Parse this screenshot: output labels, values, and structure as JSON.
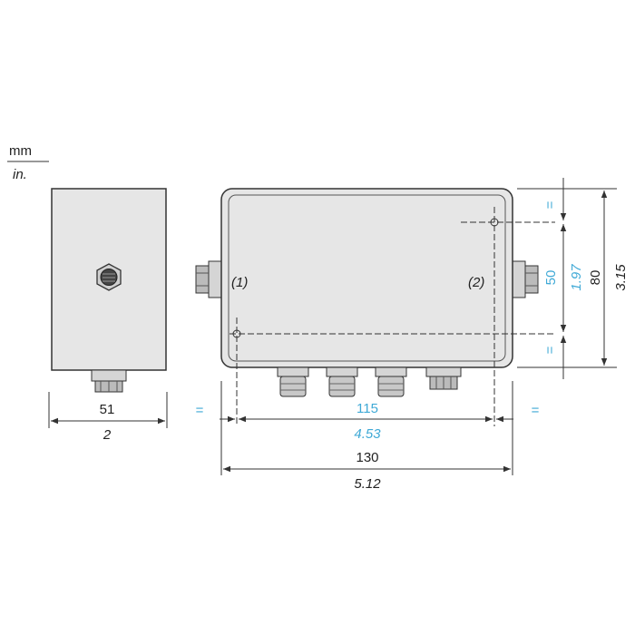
{
  "units": {
    "primary": "mm",
    "secondary": "in."
  },
  "callouts": {
    "left_connector": "(1)",
    "right_connector": "(2)"
  },
  "side_view": {
    "width_mm": "51",
    "width_in": "2"
  },
  "front_view": {
    "hole_spacing_mm": "115",
    "hole_spacing_in": "4.53",
    "overall_width_mm": "130",
    "overall_width_in": "5.12",
    "hole_vspacing_mm": "50",
    "hole_vspacing_in": "1.97",
    "overall_height_mm": "80",
    "overall_height_in": "3.15",
    "equal_mark": "="
  },
  "colors": {
    "line": "#333333",
    "dimension_accent": "#3fa9d6",
    "box_fill": "#e6e6e6"
  }
}
